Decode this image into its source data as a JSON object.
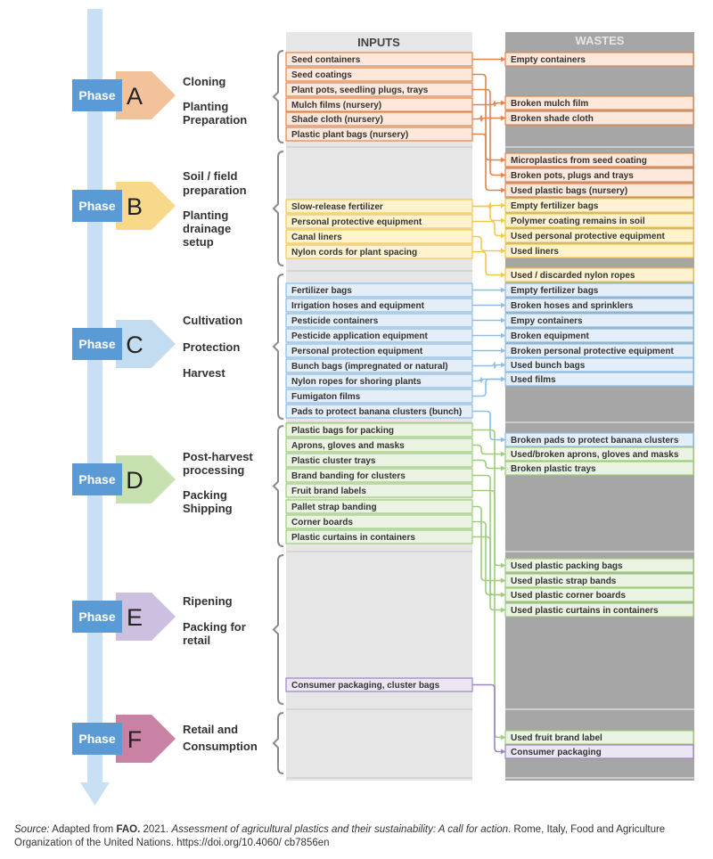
{
  "headers": {
    "inputs": "INPUTS",
    "wastes": "WASTES"
  },
  "phase_word": "Phase",
  "colors": {
    "A": "#f2c29b",
    "B": "#f8d98b",
    "C": "#c4dcef",
    "D": "#c7e2b0",
    "E": "#cdbfe0",
    "F": "#c982a4",
    "phase_blue": "#5b9bd5",
    "timeline": "#c9dff3",
    "inputs_column": "#e6e6e6",
    "wastes_column": "#a6a6a6",
    "line_A": "#e0844c",
    "line_B": "#f2c84b",
    "line_C": "#8dbde5",
    "line_D": "#9ccd7b",
    "line_E": "#9a85c3",
    "fill_A": "#fde8db",
    "fill_B": "#fff3cf",
    "fill_C": "#e3eef8",
    "fill_D": "#ebf4e3",
    "fill_E": "#ece6f3"
  },
  "phases": [
    {
      "letter": "A",
      "labels": [
        "Cloning",
        "Planting",
        "Preparation"
      ]
    },
    {
      "letter": "B",
      "labels": [
        "Soil / field",
        "preparation",
        "Planting",
        "drainage",
        "setup"
      ]
    },
    {
      "letter": "C",
      "labels": [
        "Cultivation",
        "Protection",
        "Harvest"
      ]
    },
    {
      "letter": "D",
      "labels": [
        "Post-harvest",
        "processing",
        "Packing",
        "Shipping"
      ]
    },
    {
      "letter": "E",
      "labels": [
        "Ripening",
        "Packing for",
        "retail"
      ]
    },
    {
      "letter": "F",
      "labels": [
        "Retail and",
        "Consumption"
      ]
    }
  ],
  "inputs": [
    {
      "phase": "A",
      "label": "Seed containers"
    },
    {
      "phase": "A",
      "label": "Seed coatings"
    },
    {
      "phase": "A",
      "label": "Plant pots, seedling plugs, trays"
    },
    {
      "phase": "A",
      "label": "Mulch films (nursery)"
    },
    {
      "phase": "A",
      "label": "Shade cloth (nursery)"
    },
    {
      "phase": "A",
      "label": "Plastic plant bags (nursery)"
    },
    {
      "phase": "B",
      "label": "Slow-release fertilizer"
    },
    {
      "phase": "B",
      "label": "Personal protective equipment"
    },
    {
      "phase": "B",
      "label": "Canal liners"
    },
    {
      "phase": "B",
      "label": "Nylon cords for plant spacing"
    },
    {
      "phase": "C",
      "label": "Fertilizer bags"
    },
    {
      "phase": "C",
      "label": "Irrigation hoses and equipment"
    },
    {
      "phase": "C",
      "label": "Pesticide containers"
    },
    {
      "phase": "C",
      "label": "Pesticide application equipment"
    },
    {
      "phase": "C",
      "label": "Personal protection equipment"
    },
    {
      "phase": "C",
      "label": "Bunch bags (impregnated or natural)"
    },
    {
      "phase": "C",
      "label": "Nylon ropes for shoring plants"
    },
    {
      "phase": "C",
      "label": "Fumigaton films"
    },
    {
      "phase": "C",
      "label": "Pads to protect banana clusters (bunch)"
    },
    {
      "phase": "D",
      "label": "Plastic bags for packing"
    },
    {
      "phase": "D",
      "label": "Aprons, gloves and masks"
    },
    {
      "phase": "D",
      "label": "Plastic cluster trays"
    },
    {
      "phase": "D",
      "label": "Brand banding for clusters"
    },
    {
      "phase": "D",
      "label": "Fruit brand labels"
    },
    {
      "phase": "D",
      "label": "Pallet strap banding"
    },
    {
      "phase": "D",
      "label": "Corner boards"
    },
    {
      "phase": "D",
      "label": "Plastic curtains in containers"
    },
    {
      "phase": "E",
      "label": "Consumer packaging, cluster bags"
    }
  ],
  "wastes": [
    {
      "phase": "A",
      "label": "Empty containers"
    },
    {
      "phase": "A",
      "label": "Broken mulch film"
    },
    {
      "phase": "A",
      "label": "Broken shade cloth"
    },
    {
      "phase": "A",
      "label": "Microplastics from seed coating"
    },
    {
      "phase": "A",
      "label": "Broken pots, plugs and trays"
    },
    {
      "phase": "A",
      "label": "Used plastic bags (nursery)"
    },
    {
      "phase": "B",
      "label": "Empty fertilizer bags"
    },
    {
      "phase": "B",
      "label": "Polymer coating remains in soil"
    },
    {
      "phase": "B",
      "label": "Used personal protective equipment"
    },
    {
      "phase": "B",
      "label": "Used liners"
    },
    {
      "phase": "B",
      "label": "Used / discarded nylon ropes"
    },
    {
      "phase": "C",
      "label": "Empty fertilizer bags"
    },
    {
      "phase": "C",
      "label": "Broken hoses and sprinklers"
    },
    {
      "phase": "C",
      "label": "Empy containers"
    },
    {
      "phase": "C",
      "label": "Broken equipment"
    },
    {
      "phase": "C",
      "label": "Broken personal protective equipment"
    },
    {
      "phase": "C",
      "label": "Used bunch bags"
    },
    {
      "phase": "C",
      "label": "Used films"
    },
    {
      "phase": "C",
      "label": "Broken pads to protect banana clusters"
    },
    {
      "phase": "D",
      "label": "Used/broken aprons, gloves and masks"
    },
    {
      "phase": "D",
      "label": "Broken plastic trays"
    },
    {
      "phase": "D",
      "label": "Used plastic packing bags"
    },
    {
      "phase": "D",
      "label": "Used plastic strap bands"
    },
    {
      "phase": "D",
      "label": "Used plastic corner boards"
    },
    {
      "phase": "D",
      "label": "Used plastic curtains in containers"
    },
    {
      "phase": "D",
      "label": "Used fruit brand label"
    },
    {
      "phase": "E",
      "label": "Consumer packaging"
    }
  ],
  "links": [
    [
      0,
      0
    ],
    [
      1,
      3
    ],
    [
      2,
      4
    ],
    [
      3,
      1
    ],
    [
      4,
      2
    ],
    [
      5,
      5
    ],
    [
      6,
      6
    ],
    [
      6,
      7
    ],
    [
      7,
      8
    ],
    [
      8,
      9
    ],
    [
      9,
      10
    ],
    [
      10,
      11
    ],
    [
      11,
      12
    ],
    [
      12,
      13
    ],
    [
      13,
      14
    ],
    [
      14,
      15
    ],
    [
      15,
      16
    ],
    [
      16,
      17
    ],
    [
      17,
      17
    ],
    [
      18,
      18
    ],
    [
      19,
      21
    ],
    [
      20,
      19
    ],
    [
      21,
      20
    ],
    [
      22,
      23
    ],
    [
      23,
      25
    ],
    [
      24,
      22
    ],
    [
      25,
      23
    ],
    [
      26,
      24
    ],
    [
      27,
      26
    ]
  ],
  "source": {
    "prefix": "Source:",
    "text1": " Adapted from ",
    "org": "FAO.",
    "text2": " 2021. ",
    "title": "Assessment of agricultural plastics and their sustainability: A call for action",
    "text3": ". Rome, Italy, Food and Agriculture Organization of the United Nations. https://doi.org/10.4060/ cb7856en"
  }
}
